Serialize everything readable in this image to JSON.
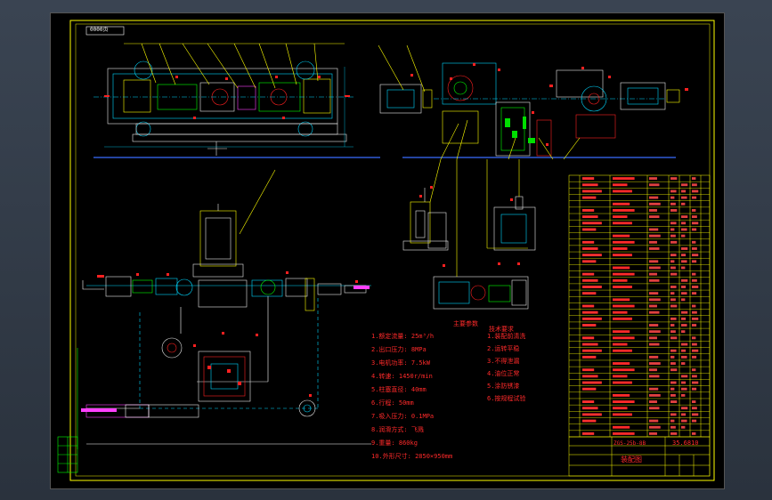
{
  "drawing": {
    "stamp_top_left": "0000页",
    "drawing_number": "ZGS-25b-8B",
    "drawing_title": "装配图",
    "sheet_code": "35.6810",
    "tech_req_title": "技术要求",
    "spec_title": "主要参数",
    "spec_lines": [
      "1.额定流量: 25m³/h",
      "2.出口压力: 8MPa",
      "3.电机功率: 7.5kW",
      "4.转速: 1450r/min",
      "5.柱塞直径: 40mm",
      "6.行程: 50mm",
      "7.吸入压力: 0.1MPa",
      "8.润滑方式: 飞溅",
      "9.重量: 860kg",
      "10.外形尺寸: 2850×950mm"
    ],
    "req_lines": [
      "1.装配前清洗",
      "2.运转平稳",
      "3.不得泄漏",
      "4.油位正常",
      "5.涂防锈漆",
      "6.按规程试验"
    ],
    "bom_rows": 41,
    "colors": {
      "frame": "#ffff00",
      "geometry": "#ffffff",
      "cyan": "#00d8ff",
      "red": "#ff2020",
      "green": "#00ff00",
      "blue": "#3b6dff",
      "magenta": "#ff40ff"
    }
  }
}
